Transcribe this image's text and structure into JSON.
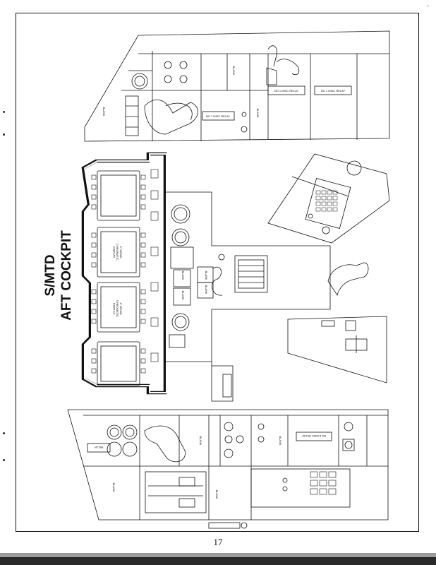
{
  "diagram": {
    "title_line1": "S/MTD",
    "title_line2": "AFT COCKPIT",
    "display_labels": {
      "upper_mfd": "4\" MONO\nCHROMATIC\nDISPLAY",
      "lower_mfd": "4\" MONO\nCHROMATIC\nDISPLAY"
    },
    "panel_labels": {
      "blank": "BLANK",
      "no1_misc_relay": "NO 1 MISC RELAY",
      "no2_misc_relay": "NO 2 MISC RELAY",
      "no7_misc_relay": "NO 7 MISC RELAY",
      "no8_misc_relay": "NO 8 MISC RELAY",
      "relay": "RELAY"
    }
  },
  "page": {
    "number": "17"
  },
  "colors": {
    "ink": "#111111",
    "paper": "#ffffff"
  }
}
